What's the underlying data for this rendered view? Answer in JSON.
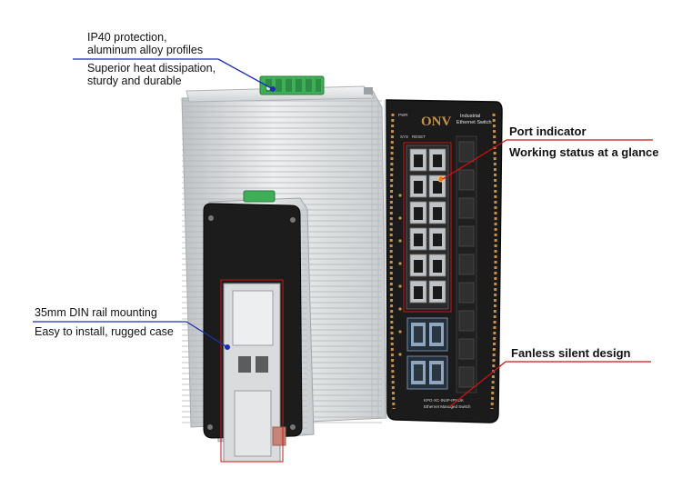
{
  "callouts": {
    "top_left": {
      "line1": "IP40 protection,",
      "line2": "aluminum alloy profiles",
      "line3": "Superior heat dissipation,",
      "line4": "sturdy and durable"
    },
    "port_indicator": {
      "title": "Port indicator",
      "subtitle": "Working status at a glance"
    },
    "din_rail": {
      "title": "35mm DIN rail mounting",
      "subtitle": "Easy to install, rugged case"
    },
    "fanless": {
      "title": "Fanless silent design"
    }
  },
  "device": {
    "brand": "ONV",
    "type_line1": "Industrial",
    "type_line2": "Ethernet Switch",
    "button_sys": "SYS",
    "button_reset": "RESET",
    "power_label": "PWR",
    "model_line1": "KPG-XC-IN4P-IPNDK",
    "model_line2": "Ethernet Managed Switch"
  },
  "colors": {
    "callout_line_blue": "#1a2fb0",
    "callout_line_red": "#d11010",
    "aluminum": "#d6d8da",
    "front_panel": "#1b1b1b",
    "panel_trim": "#c8924a",
    "terminal_green": "#3fae57"
  }
}
